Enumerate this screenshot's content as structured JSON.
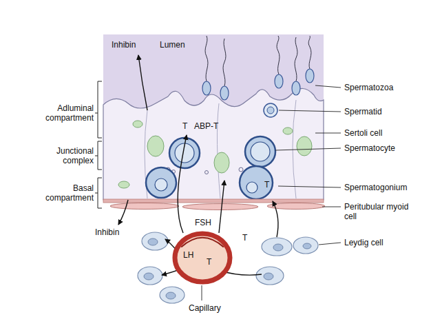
{
  "diagram": {
    "nodes": [
      {
        "text": [
          "LH",
          "T"
        ]
      }
    ],
    "labels": [
      "Inhibin",
      "Lumen",
      "Spermatozoa",
      "Adluminal compartment",
      "Spermatid",
      "Sertoli cell",
      "T",
      "ABP-T",
      "Junctional complex",
      "Spermatocyte",
      "Basal compartment",
      "Spermatogonium",
      "T",
      "Peritubular myoid cell",
      "Inhibin",
      "FSH",
      "T",
      "Leydig cell",
      "Capillary"
    ]
  }
}
